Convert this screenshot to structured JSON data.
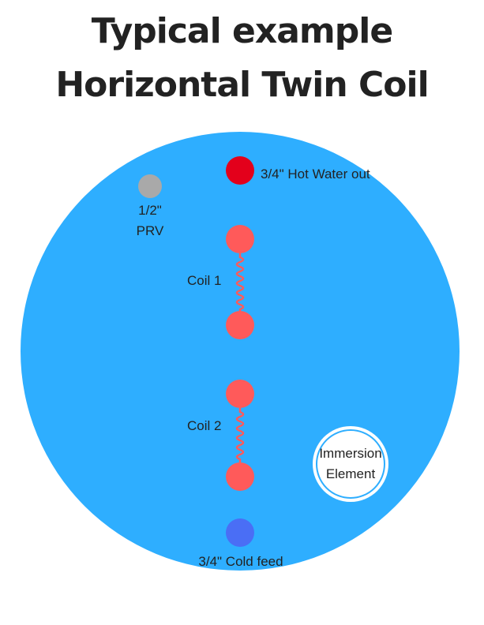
{
  "title": {
    "line1": "Typical example",
    "line2": "Horizontal Twin Coil"
  },
  "colors": {
    "tank": "#2eaeff",
    "hot_water": "#e3001b",
    "prv": "#a9a9a9",
    "coil": "#ff5a5a",
    "cold_feed": "#4a6ef5",
    "immersion_ring": "#2eaeff",
    "text": "#222222"
  },
  "labels": {
    "hot_water_out": "3/4\" Hot Water out",
    "prv_size": "1/2\"",
    "prv_name": "PRV",
    "coil1": "Coil 1",
    "coil2": "Coil 2",
    "immersion_line1": "Immersion",
    "immersion_line2": "Element",
    "cold_feed": "3/4\" Cold feed"
  }
}
